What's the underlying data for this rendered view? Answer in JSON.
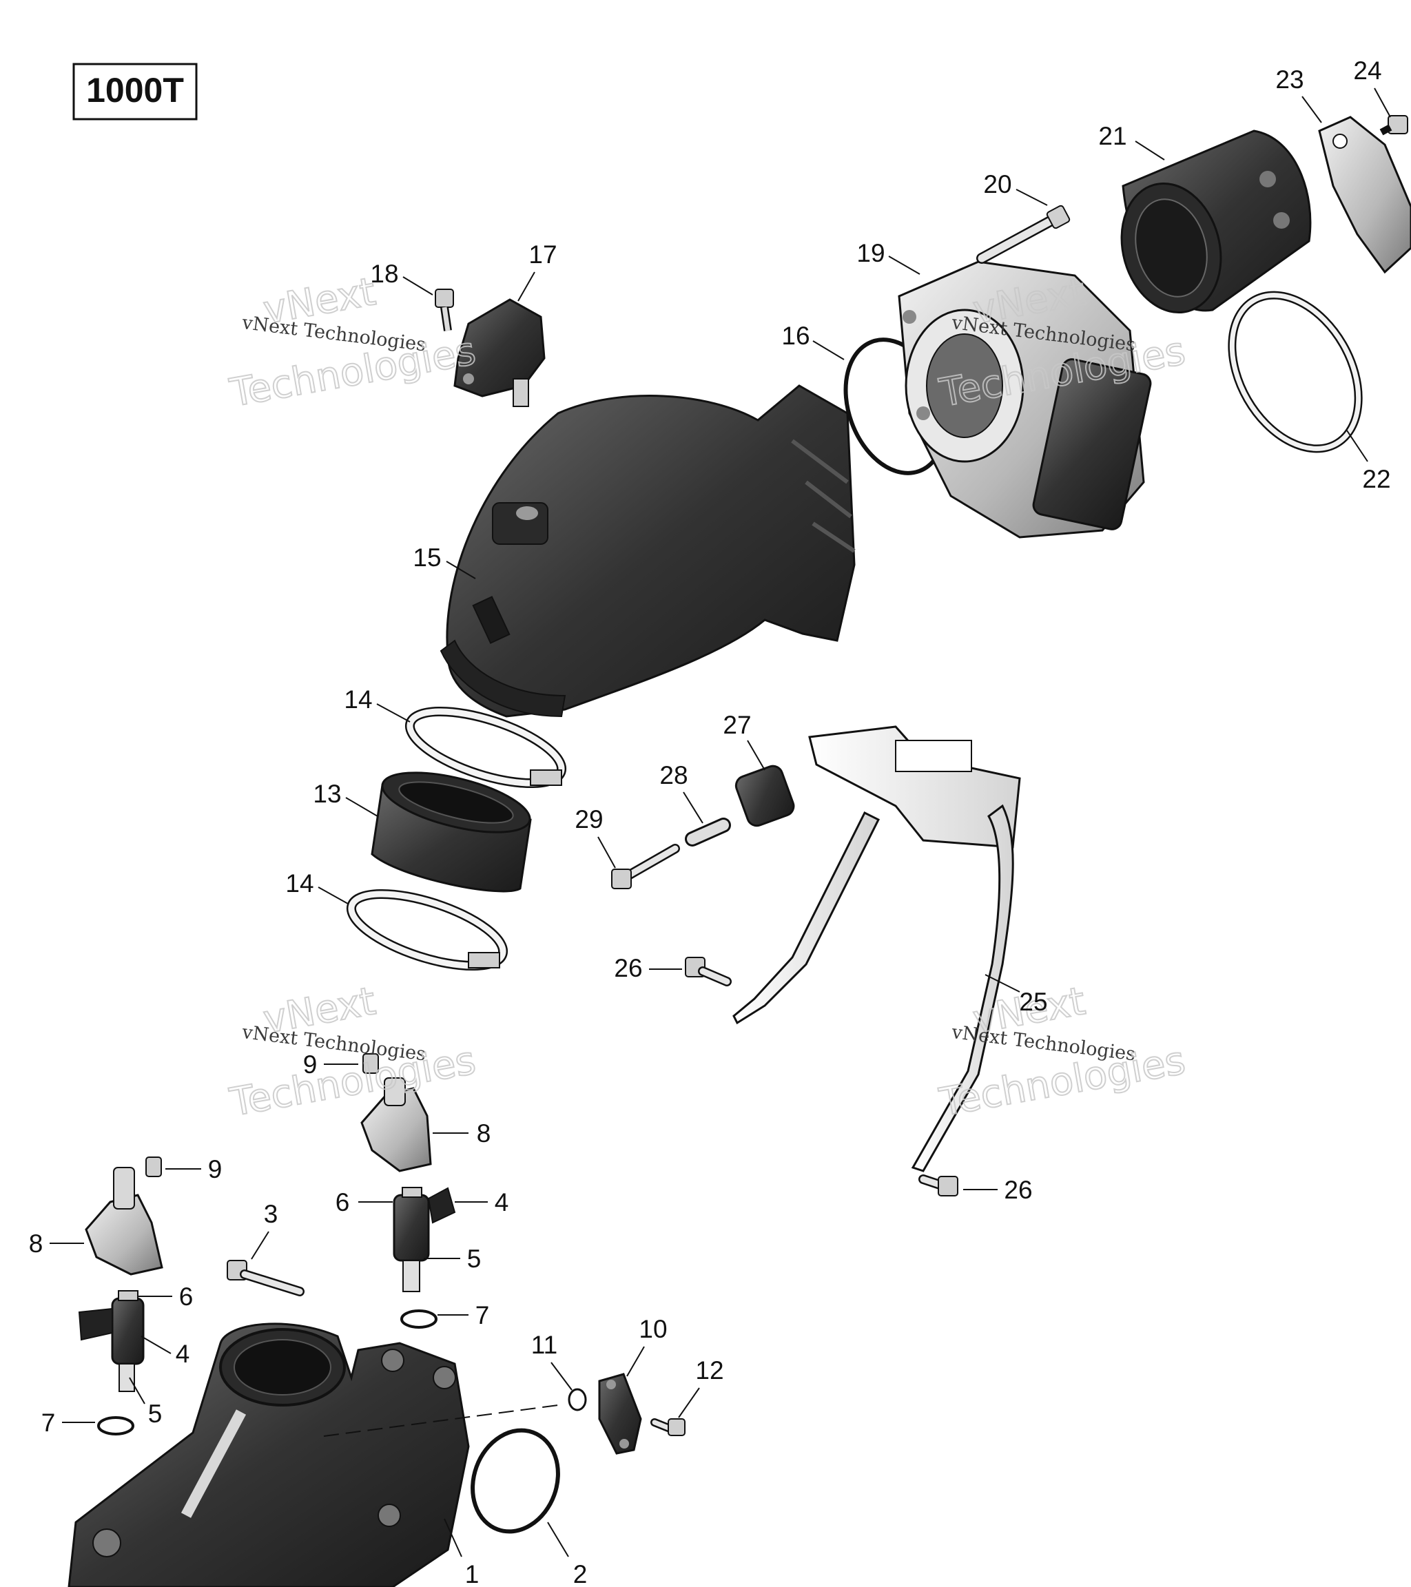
{
  "model_badge": "1000T",
  "watermark": {
    "line1": "vNext Technologies",
    "outline_top": "vNext",
    "outline_bottom": "Technologies"
  },
  "colors": {
    "dark_part": "#2b2b2b",
    "mid_part": "#5e5e5e",
    "light_part": "#e9e9e9",
    "outline": "#111111"
  },
  "callouts": [
    "1",
    "2",
    "3",
    "4",
    "4",
    "5",
    "5",
    "6",
    "6",
    "7",
    "7",
    "8",
    "8",
    "9",
    "9",
    "10",
    "11",
    "12",
    "13",
    "14",
    "14",
    "15",
    "16",
    "17",
    "18",
    "19",
    "20",
    "21",
    "22",
    "23",
    "24",
    "25",
    "26",
    "26",
    "27",
    "28",
    "29"
  ]
}
